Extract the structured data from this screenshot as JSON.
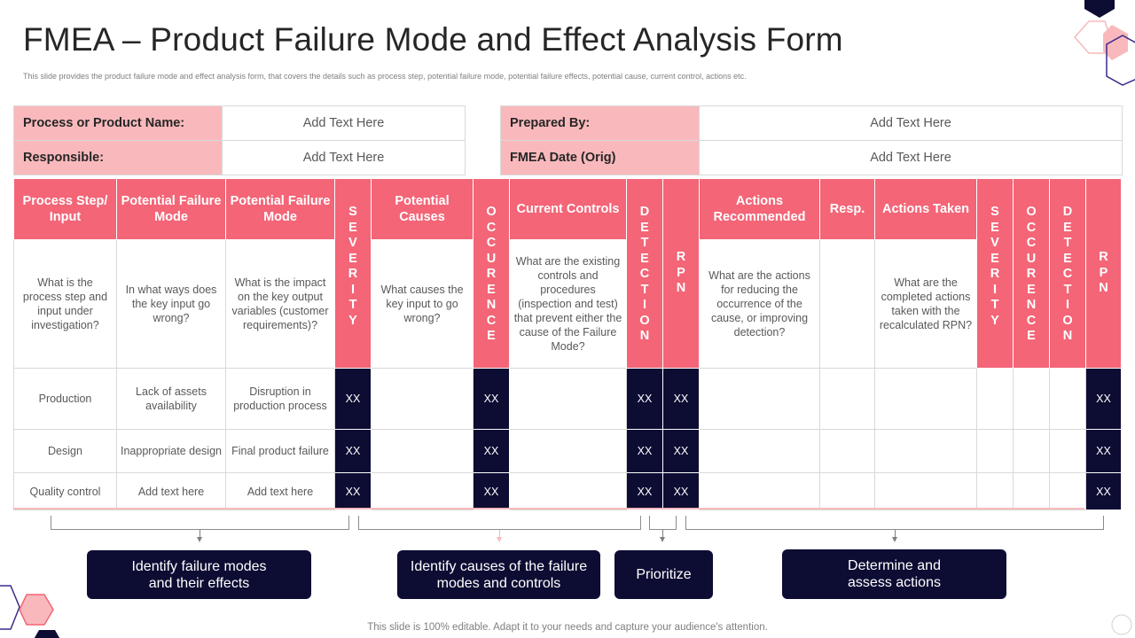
{
  "header": {
    "title": "FMEA – Product Failure Mode and Effect Analysis Form",
    "subtitle": "This slide provides the product failure mode and effect analysis form, that covers the details such as process step, potential failure mode,  potential failure effects, potential cause, current control, actions etc."
  },
  "info_left": {
    "rows": [
      {
        "label": "Process or Product Name:",
        "value": "Add Text Here"
      },
      {
        "label": "Responsible:",
        "value": "Add Text Here"
      }
    ]
  },
  "info_right": {
    "rows": [
      {
        "label": "Prepared By:",
        "value": "Add Text Here"
      },
      {
        "label": "FMEA Date (Orig)",
        "value": "Add Text Here"
      }
    ]
  },
  "table": {
    "headers": {
      "process_step": "Process Step/ Input",
      "failure_mode_1": "Potential Failure Mode",
      "failure_mode_2": "Potential Failure Mode",
      "severity": [
        "S",
        "E",
        "V",
        "E",
        "R",
        "I",
        "T",
        "Y"
      ],
      "causes": "Potential Causes",
      "occurence": [
        "O",
        "C",
        "C",
        "U",
        "R",
        "E",
        "N",
        "C",
        "E"
      ],
      "controls": "Current Controls",
      "detection": [
        "D",
        "E",
        "T",
        "E",
        "C",
        "T",
        "I",
        "O",
        "N"
      ],
      "rpn": [
        "R",
        "P",
        "N"
      ],
      "actions_recommended": "Actions Recommended",
      "resp": "Resp.",
      "actions_taken": "Actions Taken",
      "severity_2": [
        "S",
        "E",
        "V",
        "E",
        "R",
        "I",
        "T",
        "Y"
      ],
      "occurence_2": [
        "O",
        "C",
        "C",
        "U",
        "R",
        "E",
        "N",
        "C",
        "E"
      ],
      "detection_2": [
        "D",
        "E",
        "T",
        "E",
        "C",
        "T",
        "I",
        "O",
        "N"
      ],
      "rpn_2": [
        "R",
        "P",
        "N"
      ]
    },
    "descriptions": {
      "process_step": "What is the process step and input under investigation?",
      "failure_mode_1": "In what ways does the key input go wrong?",
      "failure_mode_2": "What is the impact on the key output variables (customer requirements)?",
      "causes": "What causes the key input to go wrong?",
      "controls": "What are the existing controls and procedures (inspection and test) that prevent either the cause of the Failure Mode?",
      "actions_recommended": "What are the actions for reducing the occurrence of the cause, or improving detection?",
      "actions_taken": "What are the completed actions taken with the recalculated RPN?"
    },
    "rows": [
      {
        "process": "Production",
        "mode": "Lack of assets availability",
        "effect": "Disruption in production process",
        "sev": "XX",
        "occ": "XX",
        "det": "XX",
        "rpn": "XX",
        "rpn2": "XX"
      },
      {
        "process": "Design",
        "mode": "Inappropriate design",
        "effect": "Final product failure",
        "sev": "XX",
        "occ": "XX",
        "det": "XX",
        "rpn": "XX",
        "rpn2": "XX"
      },
      {
        "process": "Quality control",
        "mode": "Add text here",
        "effect": "Add text here",
        "sev": "XX",
        "occ": "XX",
        "det": "XX",
        "rpn": "XX",
        "rpn2": "XX"
      }
    ]
  },
  "steps": [
    {
      "label": "Identify  failure modes and their effects"
    },
    {
      "label": "Identify  causes of the failure modes and controls"
    },
    {
      "label": "Prioritize"
    },
    {
      "label": "Determine and assess actions"
    }
  ],
  "footer": "This slide is 100% editable. Adapt it to your needs and capture your audience's attention.",
  "colors": {
    "pink": "#f36577",
    "light_pink": "#f9b9bc",
    "navy": "#0d0c33",
    "purple": "#3b2a8c"
  }
}
